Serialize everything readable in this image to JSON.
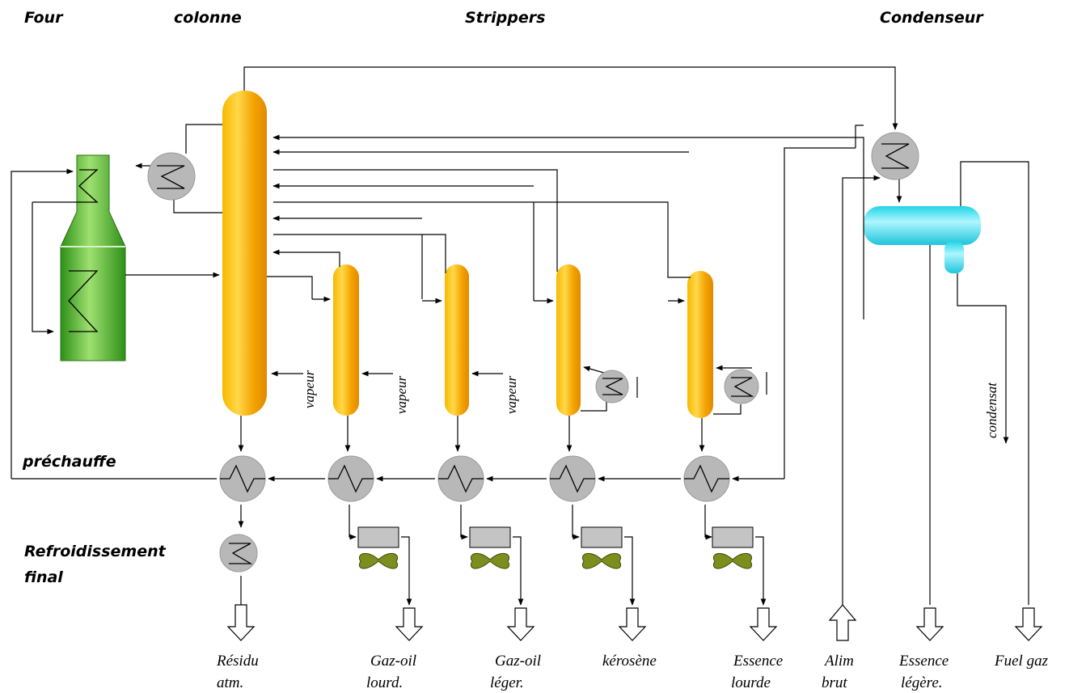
{
  "headers": {
    "four": "Four",
    "colonne": "colonne",
    "strippers": "Strippers",
    "condenseur": "Condenseur",
    "prechauffe": "préchauffe",
    "refroid_1": "Refroidissement",
    "refroid_2": "final"
  },
  "labels": {
    "vapeur": "vapeur",
    "condensat": "condensat"
  },
  "products": [
    {
      "line1": "Résidu",
      "line2": "atm."
    },
    {
      "line1": "Gaz-oil",
      "line2": "lourd."
    },
    {
      "line1": "Gaz-oil",
      "line2": "léger."
    },
    {
      "line1": "kérosène",
      "line2": ""
    },
    {
      "line1": "Essence",
      "line2": "lourde"
    },
    {
      "line1": "Alim",
      "line2": "brut"
    },
    {
      "line1": "Essence",
      "line2": "légère."
    },
    {
      "line1": "Fuel gaz",
      "line2": ""
    }
  ],
  "colors": {
    "column": "#f5a300",
    "furnace": "#3aa020",
    "drum": "#33e6f0",
    "exchanger": "#b8b8b8",
    "fan": "#7c8f1e"
  },
  "icons": [
    "heat-exchanger-icon",
    "air-cooler-fan-icon",
    "product-arrow-icon",
    "furnace-coil-icon"
  ]
}
